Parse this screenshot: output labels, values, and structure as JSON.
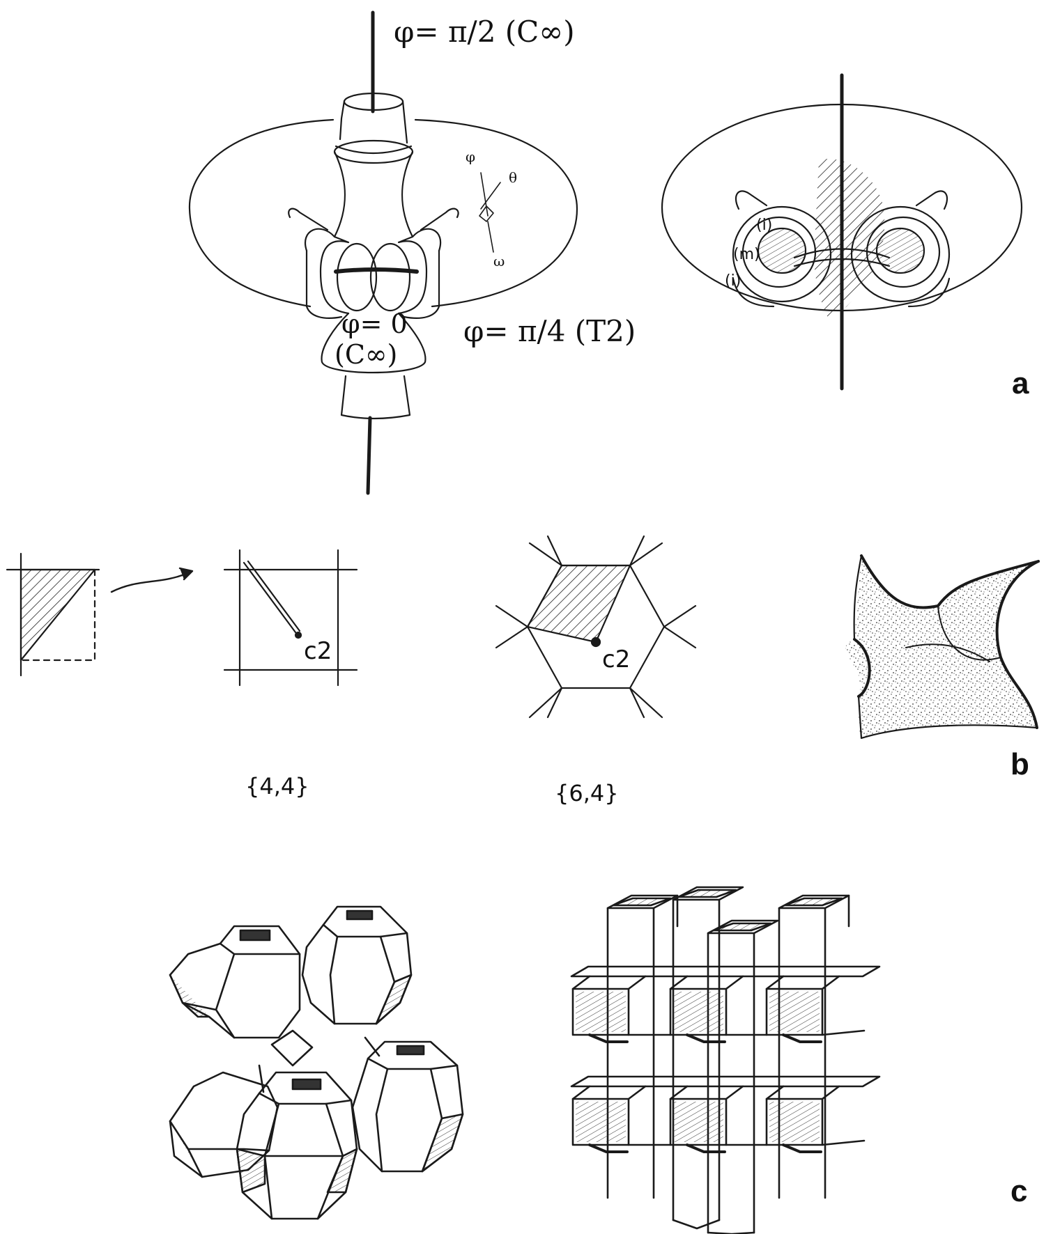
{
  "panel_a": {
    "top_label": "φ= π/2 (C∞)",
    "middle_label_line1": "φ= 0",
    "middle_label_line2": "(C∞)",
    "right_label": "φ= π/4 (T2)",
    "axis_phi": "φ",
    "axis_theta": "θ",
    "axis_omega": "ω",
    "marker_i_top": "(i)",
    "marker_m": "(m)",
    "marker_i_bottom": "(i)",
    "panel_letter": "a"
  },
  "panel_b": {
    "c2_label_square": "c2",
    "c2_label_hex": "c2",
    "schlafli_square": "{4,4}",
    "schlafli_hex": "{6,4}",
    "panel_letter": "b"
  },
  "panel_c": {
    "panel_letter": "c"
  },
  "colors": {
    "ink": "#1a1a1a",
    "background": "#ffffff"
  }
}
